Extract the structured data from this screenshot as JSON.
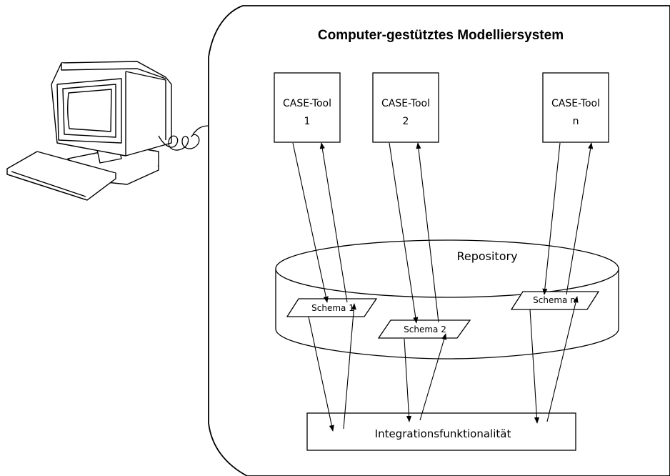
{
  "diagram": {
    "title": "Computer-gestütztes Modelliersystem",
    "tools": [
      {
        "line1": "CASE-Tool",
        "line2": "1"
      },
      {
        "line1": "CASE-Tool",
        "line2": "2"
      },
      {
        "line1": "CASE-Tool",
        "line2": "n"
      }
    ],
    "repository_label": "Repository",
    "schemas": [
      "Schema 1",
      "Schema 2",
      "Schema n"
    ],
    "integration_label": "Integrationsfunktionalität",
    "colors": {
      "line": "#000000",
      "background": "#ffffff"
    },
    "icons": [
      "computer-terminal-icon",
      "keyboard-icon",
      "cable-icon",
      "arrowhead-icon"
    ]
  }
}
